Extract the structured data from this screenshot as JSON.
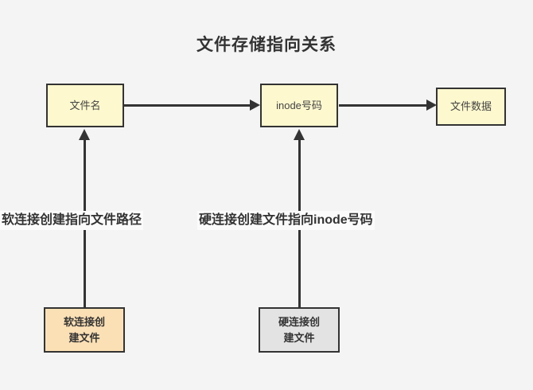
{
  "diagram": {
    "title": "文件存储指向关系",
    "background_color": "#f4f4f4",
    "nodes": [
      {
        "id": "filename",
        "label": "文件名",
        "fill": "#fdf8cd",
        "border": "#333333"
      },
      {
        "id": "inode",
        "label": "inode号码",
        "fill": "#fdf8cd",
        "border": "#333333"
      },
      {
        "id": "filedata",
        "label": "文件数据",
        "fill": "#fdf8cd",
        "border": "#333333"
      },
      {
        "id": "softlink",
        "label": "软连接创\n建文件",
        "line1": "软连接创",
        "line2": "建文件",
        "fill": "#fbdfb5",
        "border": "#333333"
      },
      {
        "id": "hardlink",
        "label": "硬连接创\n建文件",
        "line1": "硬连接创",
        "line2": "建文件",
        "fill": "#e3e3e3",
        "border": "#333333"
      }
    ],
    "edges": [
      {
        "from": "filename",
        "to": "inode",
        "label": ""
      },
      {
        "from": "inode",
        "to": "filedata",
        "label": ""
      },
      {
        "from": "softlink",
        "to": "filename",
        "label": "软连接创建指向文件路径"
      },
      {
        "from": "hardlink",
        "to": "inode",
        "label": "硬连接创建文件指向inode号码"
      }
    ]
  }
}
